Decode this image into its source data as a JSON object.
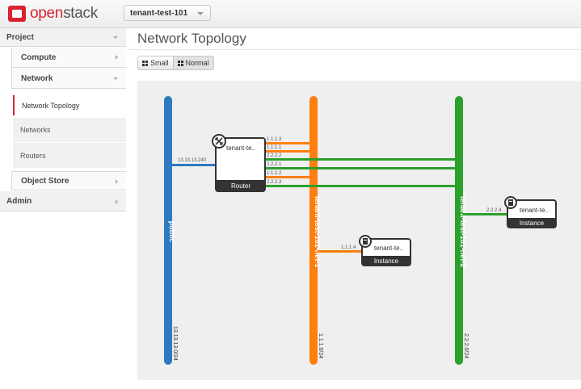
{
  "header": {
    "logo_prefix": "open",
    "logo_suffix": "stack",
    "project_selector": "tenant-test-101"
  },
  "sidebar": {
    "project": "Project",
    "compute": "Compute",
    "network": "Network",
    "items": [
      "Network Topology",
      "Networks",
      "Routers"
    ],
    "object_store": "Object Store",
    "admin": "Admin"
  },
  "main": {
    "title": "Network Topology",
    "view_small": "Small",
    "view_normal": "Normal"
  },
  "topology": {
    "colors": {
      "public": "#2d7ac0",
      "net1": "#ff7f0e",
      "net2": "#2ca02c"
    },
    "networks": [
      {
        "name": "public",
        "cidr": "13.13.13.0/24"
      },
      {
        "name": "tenant-test-101-net-1",
        "cidr": "1.1.1.0/24"
      },
      {
        "name": "tenant-test-101-net-2",
        "cidr": "2.2.2.0/24"
      }
    ],
    "router": {
      "name": "tenant-te..",
      "caption": "Router",
      "gateway_ip": "13.13.13.240",
      "ports": [
        "1.1.1.3",
        "1.1.1.1",
        "2.2.2.2",
        "2.2.2.1",
        "1.1.1.2",
        "2.2.2.3"
      ]
    },
    "instances": [
      {
        "name": "tenant-te..",
        "caption": "Instance",
        "ip": "1.1.1.4"
      },
      {
        "name": "tenant-te..",
        "caption": "Instance",
        "ip": "2.2.2.4"
      }
    ]
  }
}
